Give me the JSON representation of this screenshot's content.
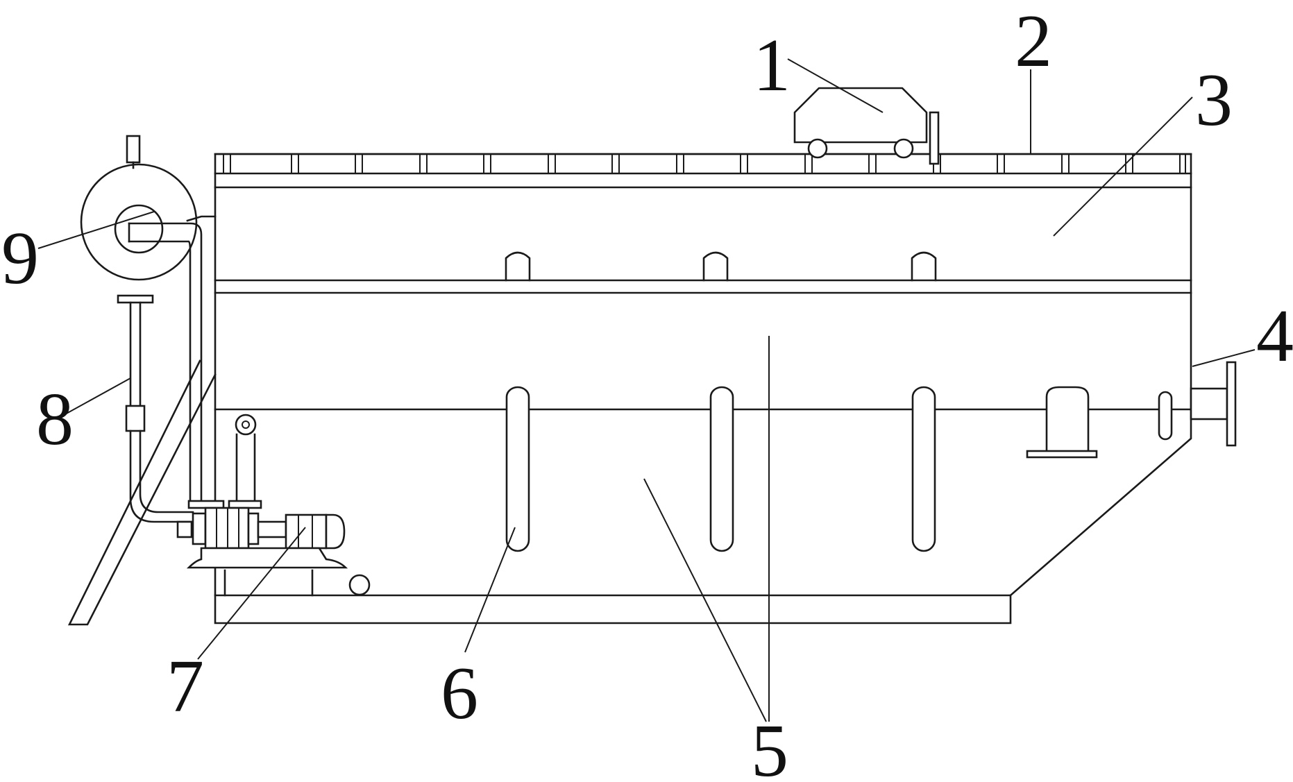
{
  "labels": {
    "l1": "1",
    "l2": "2",
    "l3": "3",
    "l4": "4",
    "l5": "5",
    "l6": "6",
    "l7": "7",
    "l8": "8",
    "l9": "9"
  },
  "colors": {
    "line": "#1a1a1a",
    "background": "#ffffff"
  }
}
